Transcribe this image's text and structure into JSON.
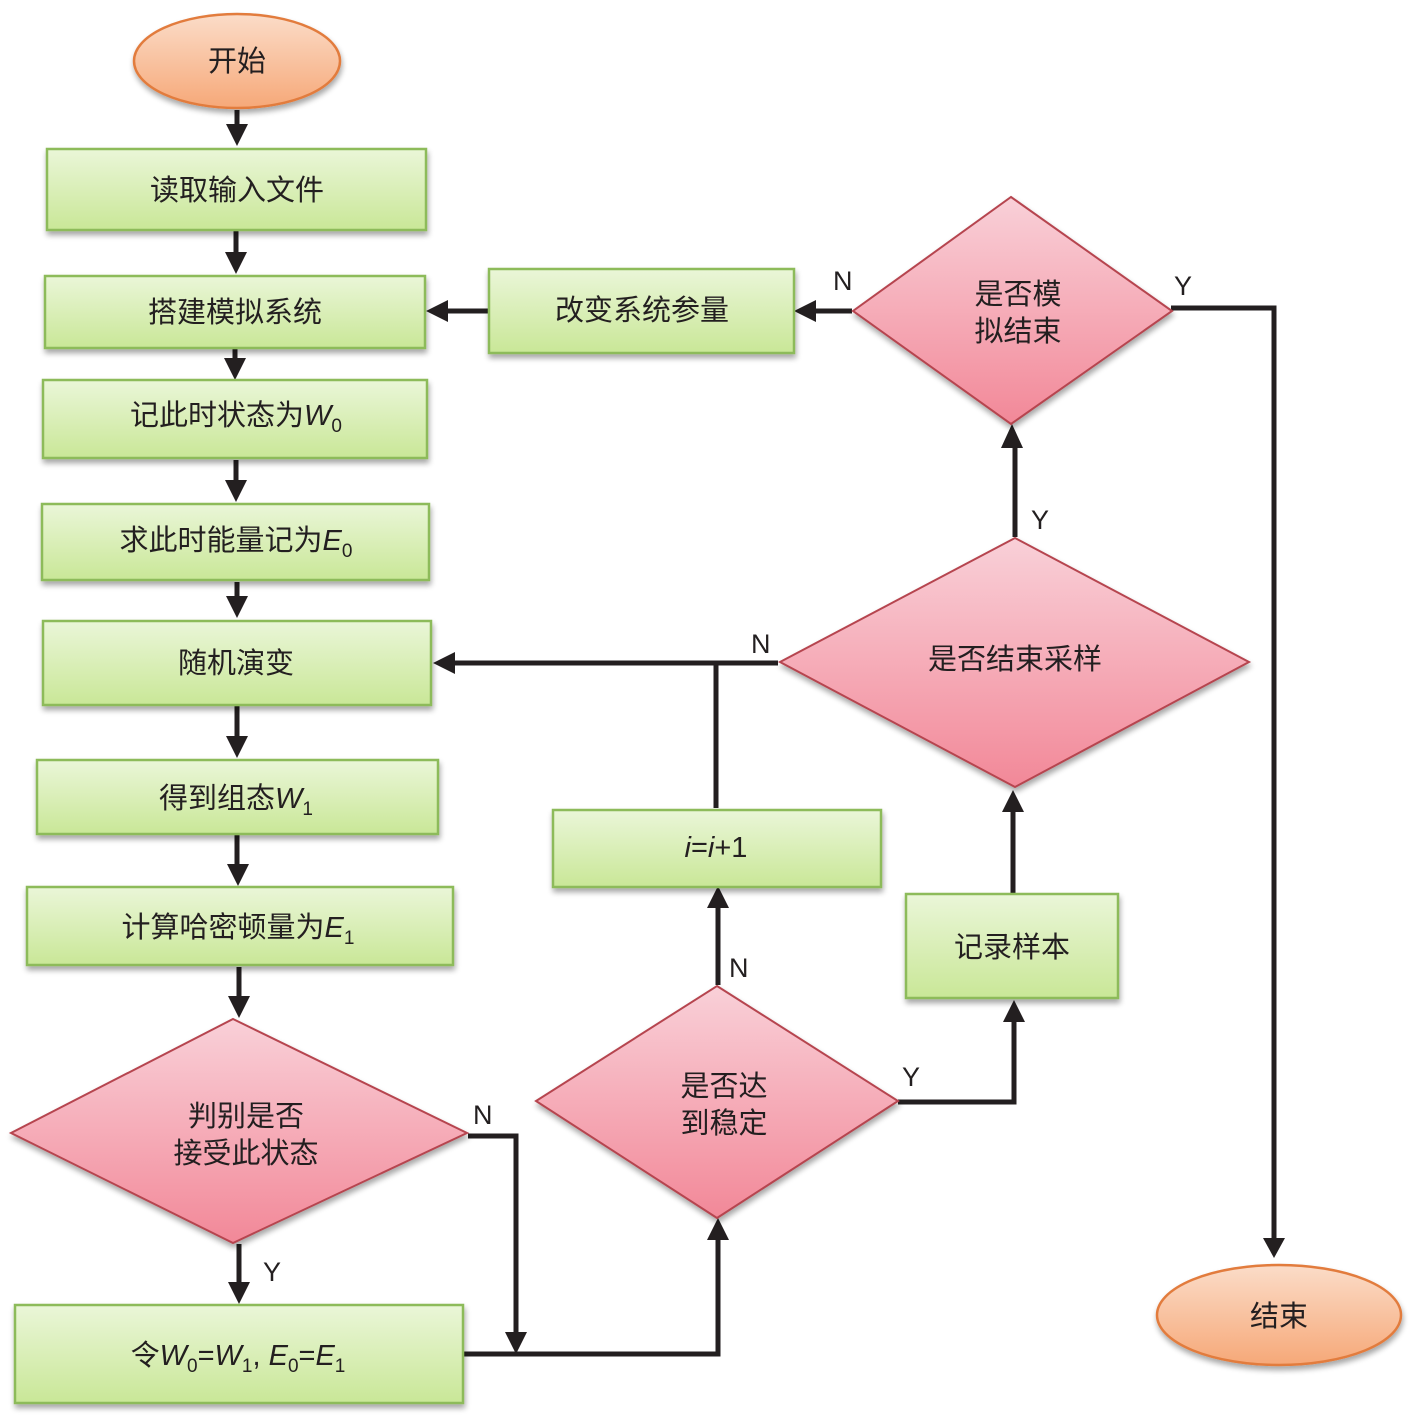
{
  "diagram": {
    "type": "flowchart",
    "colors": {
      "process_fill_top": "#eaf6d8",
      "process_fill_bottom": "#c9e797",
      "process_border": "#8dbb5a",
      "decision_fill_top": "#f9d0d8",
      "decision_fill_bottom": "#f28898",
      "decision_border": "#b6454f",
      "terminal_fill_top": "#fbdcc8",
      "terminal_fill_bottom": "#f6a878",
      "terminal_border": "#e27b3e",
      "edge": "#231f20"
    },
    "nodes": {
      "start": {
        "label": "开始"
      },
      "read_input": {
        "label": "读取输入文件"
      },
      "build_system": {
        "label": "搭建模拟系统"
      },
      "record_w0": {
        "prefix": "记此时状态为",
        "var": "W",
        "sub": "0"
      },
      "compute_e0": {
        "prefix": "求此时能量记为",
        "var": "E",
        "sub": "0"
      },
      "random_evolve": {
        "label": "随机演变"
      },
      "get_w1": {
        "prefix": "得到组态",
        "var": "W",
        "sub": "1"
      },
      "compute_e1": {
        "prefix": "计算哈密顿量为",
        "var": "E",
        "sub": "1"
      },
      "accept_decision": {
        "line1": "判别是否",
        "line2": "接受此状态"
      },
      "assign": {
        "prefix": "令",
        "var1": "W",
        "sub1": "0",
        "eq1": "=",
        "var2": "W",
        "sub2": "1",
        "sep": ", ",
        "var3": "E",
        "sub3": "0",
        "eq2": "=",
        "var4": "E",
        "sub4": "1"
      },
      "stable_decision": {
        "line1": "是否达",
        "line2": "到稳定"
      },
      "increment": {
        "var1": "i",
        "eq": "=",
        "var2": "i",
        "rest": "+1"
      },
      "record_sample": {
        "label": "记录样本"
      },
      "end_sampling_decision": {
        "label": "是否结束采样"
      },
      "end_sim_decision": {
        "line1": "是否模",
        "line2": "拟结束"
      },
      "change_params": {
        "label": "改变系统参量"
      },
      "end": {
        "label": "结束"
      }
    },
    "edge_labels": {
      "accept_no": "N",
      "accept_yes": "Y",
      "stable_no": "N",
      "stable_yes": "Y",
      "sampling_no": "N",
      "sampling_yes": "Y",
      "sim_no": "N",
      "sim_yes": "Y"
    }
  }
}
